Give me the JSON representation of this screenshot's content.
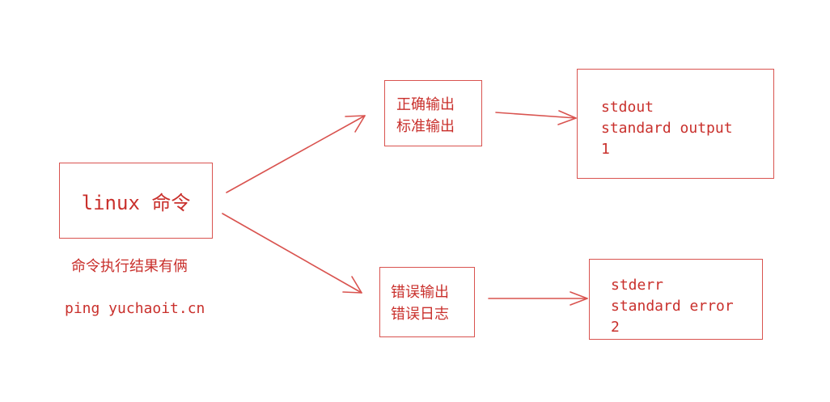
{
  "diagram": {
    "source": {
      "label": "linux 命令"
    },
    "note": "命令执行结果有俩",
    "example_command": "ping yuchaoit.cn",
    "stdout": {
      "zh_lines": [
        "正确输出",
        "标准输出"
      ],
      "en_lines": [
        "stdout",
        "standard output",
        "1"
      ]
    },
    "stderr": {
      "zh_lines": [
        "错误输出",
        "错误日志"
      ],
      "en_lines": [
        "stderr",
        "standard error",
        "2"
      ]
    },
    "colors": {
      "stroke": "#d9534f",
      "text": "#c9302c",
      "background": "#ffffff"
    }
  }
}
